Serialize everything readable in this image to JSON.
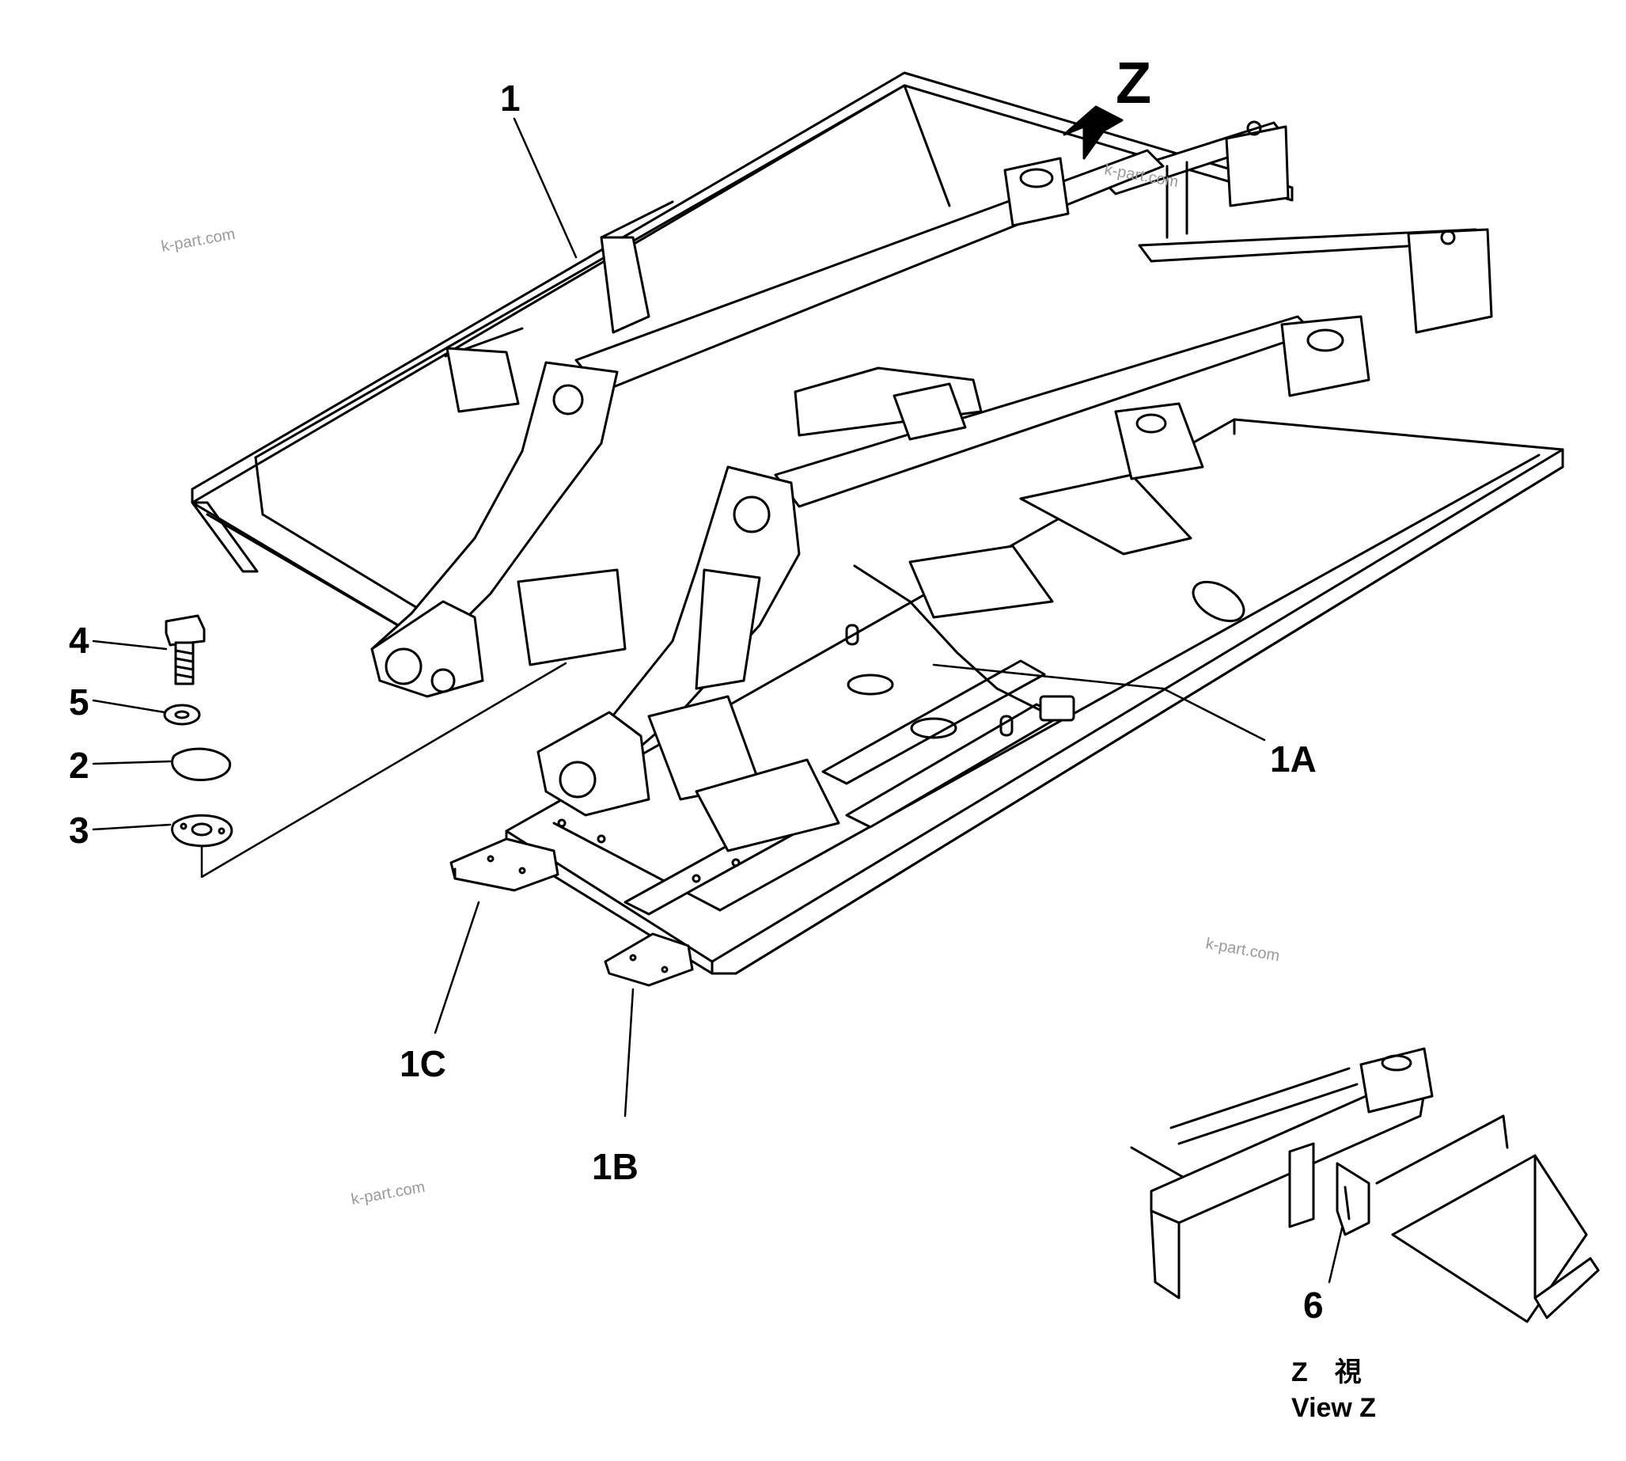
{
  "colors": {
    "ink": "#000000",
    "paper": "#ffffff",
    "watermark": "#9a9a9a"
  },
  "labels": {
    "part_1": "1",
    "part_1a": "1A",
    "part_1b": "1B",
    "part_1c": "1C",
    "part_2": "2",
    "part_3": "3",
    "part_4": "4",
    "part_5": "5",
    "part_6": "6",
    "z_marker": "Z",
    "view_z_jp": "Z　視",
    "view_z_en": "View  Z"
  },
  "watermarks": [
    "k-part.com",
    "k-part.com",
    "k-part.com",
    "k-part.com"
  ]
}
